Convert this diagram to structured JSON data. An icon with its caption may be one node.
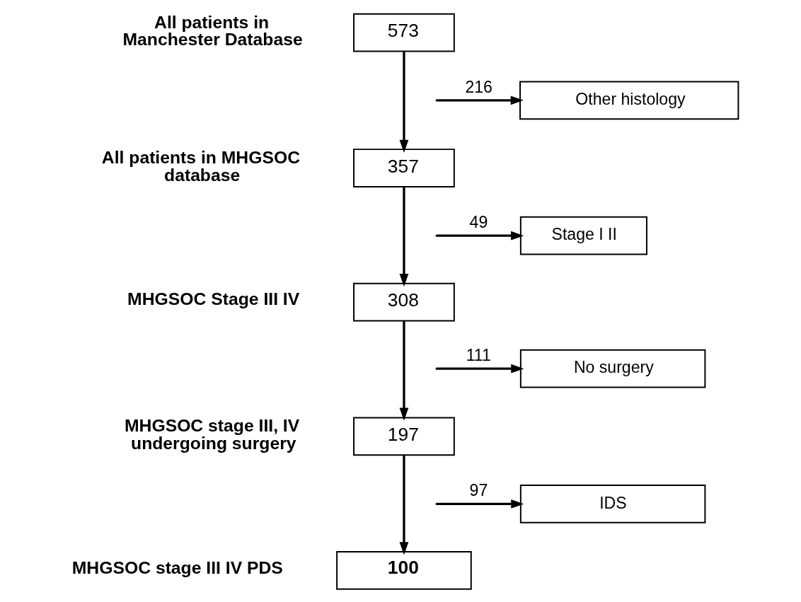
{
  "diagram": {
    "nodes": [
      {
        "text": [
          "573"
        ],
        "beside": [
          "All patients in Manchester Database"
        ]
      },
      {
        "text": [
          "Other histology"
        ]
      },
      {
        "text": [
          "357"
        ],
        "beside": [
          "All patients in MHGSOC database"
        ]
      },
      {
        "text": [
          "Stage I II"
        ]
      },
      {
        "text": [
          "308"
        ],
        "beside": [
          "MHGSOC Stage III IV"
        ]
      },
      {
        "text": [
          "No surgery"
        ]
      },
      {
        "text": [
          "197"
        ],
        "beside": [
          "MHGSOC stage III, IV undergoing surgery"
        ]
      },
      {
        "text": [
          "IDS"
        ]
      },
      {
        "text": [
          "100"
        ],
        "beside": [
          "MHGSOC stage III IV PDS"
        ]
      }
    ],
    "edges": [
      {
        "from": 0,
        "to": 2,
        "arrow": "to"
      },
      {
        "from": null,
        "to": 1,
        "arrow": "to",
        "label": "216"
      },
      {
        "from": 2,
        "to": 4,
        "arrow": "to"
      },
      {
        "from": null,
        "to": 3,
        "arrow": "to",
        "label": "49"
      },
      {
        "from": 4,
        "to": 6,
        "arrow": "to"
      },
      {
        "from": null,
        "to": 5,
        "arrow": "to",
        "label": "111"
      },
      {
        "from": 6,
        "to": 8,
        "arrow": "to"
      },
      {
        "from": null,
        "to": 7,
        "arrow": "to",
        "label": "97"
      }
    ]
  }
}
